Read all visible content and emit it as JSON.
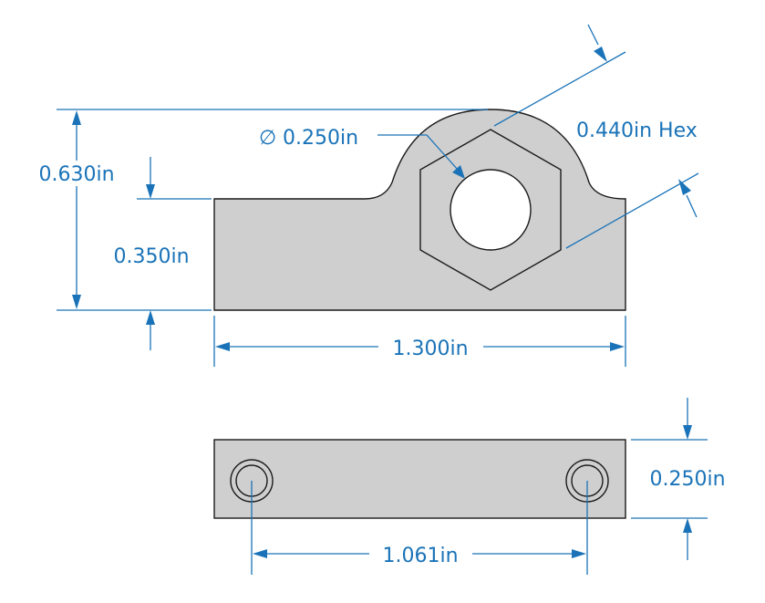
{
  "dimensions": {
    "total_height": "0.630in",
    "base_height": "0.350in",
    "bore_diameter": "0.250in",
    "hex_size": "0.440in Hex",
    "overall_width": "1.300in",
    "thickness": "0.250in",
    "hole_spacing": "1.061in"
  },
  "symbols": {
    "diameter": "∅"
  },
  "colors": {
    "dimension": "#1a73b8",
    "part_fill": "#cfcfcf",
    "outline": "#1a1a1a"
  }
}
